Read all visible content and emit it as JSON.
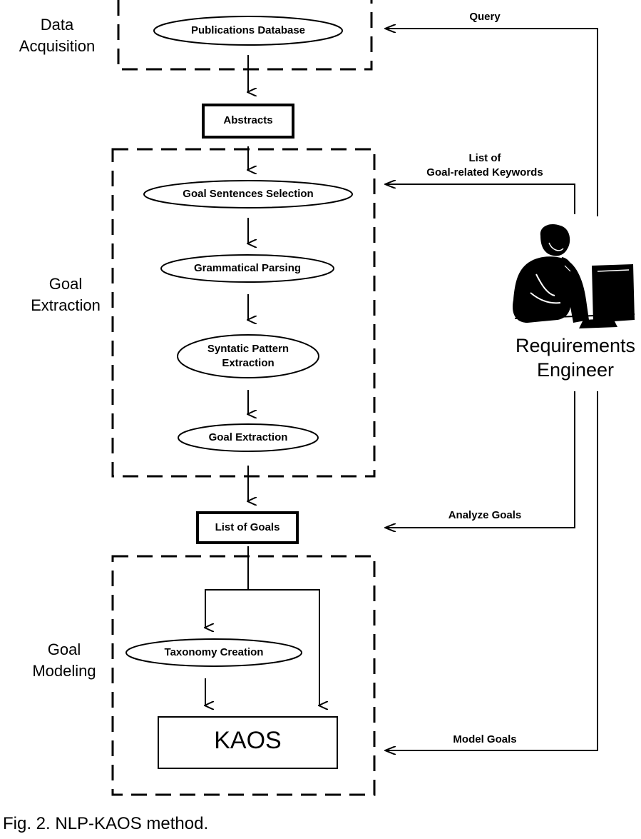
{
  "stages": {
    "data_acquisition": {
      "line1": "Data",
      "line2": "Acquisition"
    },
    "goal_extraction": {
      "line1": "Goal",
      "line2": "Extraction"
    },
    "goal_modeling": {
      "line1": "Goal",
      "line2": "Modeling"
    }
  },
  "nodes": {
    "publications_database": "Publications Database",
    "abstracts": "Abstracts",
    "goal_sentences_selection": "Goal Sentences Selection",
    "grammatical_parsing": "Grammatical Parsing",
    "syntatic_pattern_extraction": {
      "line1": "Syntatic Pattern",
      "line2": "Extraction"
    },
    "goal_extraction": "Goal Extraction",
    "list_of_goals": "List of Goals",
    "taxonomy_creation": "Taxonomy Creation",
    "kaos": "KAOS"
  },
  "flows": {
    "query": "Query",
    "keywords": {
      "line1": "List of",
      "line2": "Goal-related Keywords"
    },
    "analyze_goals": "Analyze Goals",
    "model_goals": "Model Goals"
  },
  "actor": {
    "line1": "Requirements",
    "line2": "Engineer"
  },
  "caption": "Fig. 2. NLP-KAOS method."
}
